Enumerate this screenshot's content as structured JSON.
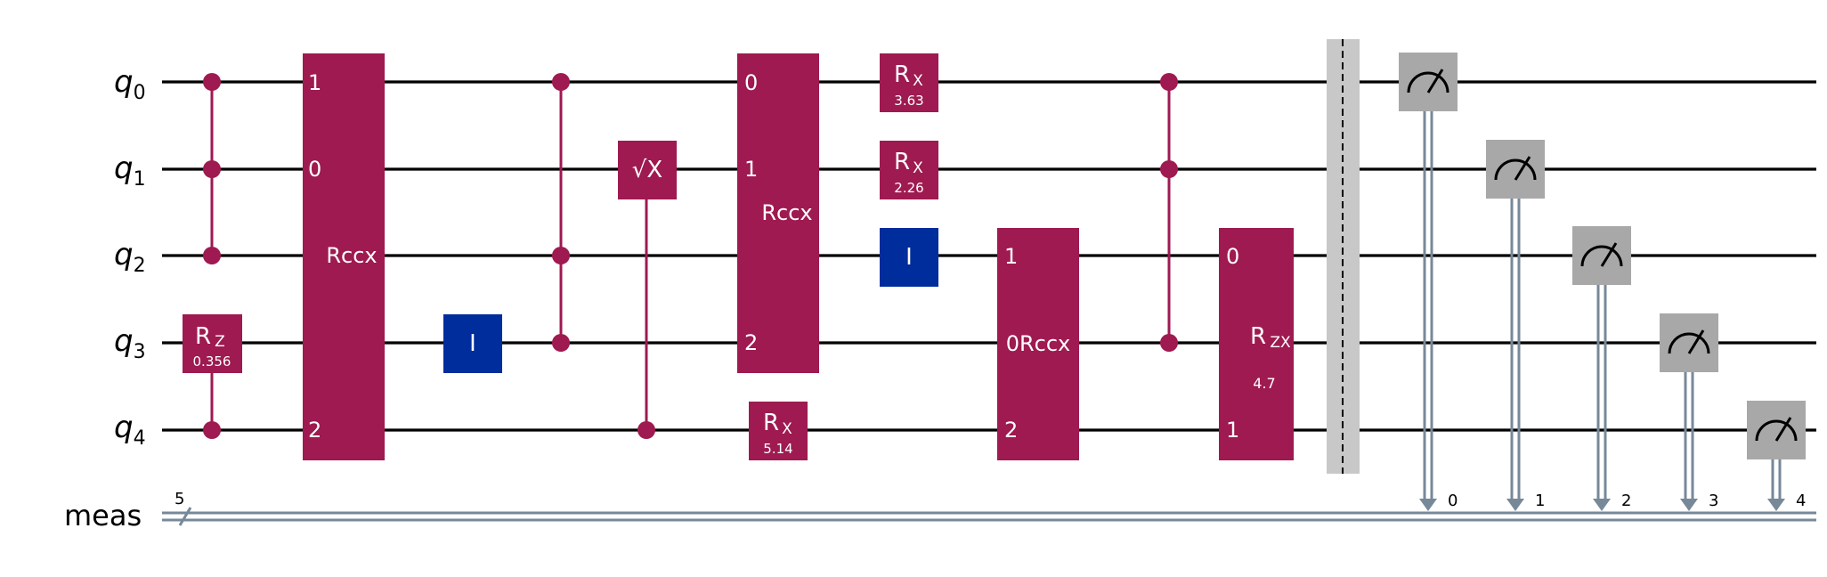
{
  "qubits": [
    {
      "name": "q",
      "index": "0"
    },
    {
      "name": "q",
      "index": "1"
    },
    {
      "name": "q",
      "index": "2"
    },
    {
      "name": "q",
      "index": "3"
    },
    {
      "name": "q",
      "index": "4"
    }
  ],
  "classical_register": {
    "name": "meas",
    "size": "5",
    "bit_labels": [
      "0",
      "1",
      "2",
      "3",
      "4"
    ]
  },
  "colors": {
    "multi_gate": "#9e1a50",
    "identity_gate": "#002d9c",
    "measure_gate": "#a8a8a8",
    "barrier": "#c8c8c8",
    "classical_wire": "#778899"
  },
  "gates": {
    "rz_q3": {
      "name": "R",
      "sub": "Z",
      "param": "0.356"
    },
    "rccx_1": {
      "label": "Rccx",
      "pins": [
        "1",
        "0",
        "2"
      ]
    },
    "id_q3": {
      "label": "I"
    },
    "sx_q1": {
      "label": "√X"
    },
    "rccx_2": {
      "label": "Rccx",
      "pins": [
        "0",
        "1",
        "2"
      ]
    },
    "rx_q4": {
      "name": "R",
      "sub": "X",
      "param": "5.14"
    },
    "rx_q0": {
      "name": "R",
      "sub": "X",
      "param": "3.63"
    },
    "rx_q1": {
      "name": "R",
      "sub": "X",
      "param": "2.26"
    },
    "id_q2": {
      "label": "I"
    },
    "rccx_3": {
      "label": "0Rccx",
      "pins": [
        "1",
        "2"
      ]
    },
    "rzx": {
      "name": "R",
      "sub": "ZX",
      "param": "4.7",
      "pins": [
        "0",
        "1"
      ]
    }
  },
  "measure_icon": "meter-icon"
}
